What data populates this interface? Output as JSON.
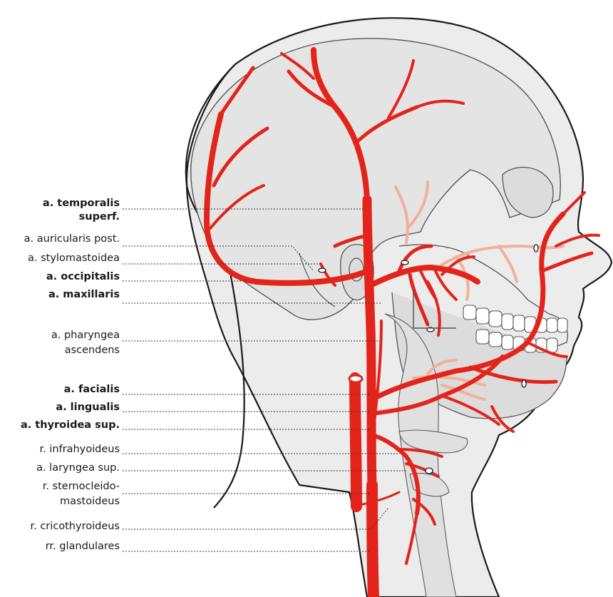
{
  "labels": [
    {
      "text": "a. temporalis",
      "bold": true
    },
    {
      "text": "superf.",
      "bold": true
    },
    {
      "text": "a. auricularis post.",
      "bold": false
    },
    {
      "text": "a. stylomastoidea",
      "bold": false
    },
    {
      "text": "a. occipitalis",
      "bold": true
    },
    {
      "text": "a. maxillaris",
      "bold": true
    },
    {
      "text": "a. pharyngea",
      "bold": false
    },
    {
      "text": "ascendens",
      "bold": false
    },
    {
      "text": "a. facialis",
      "bold": true
    },
    {
      "text": "a. lingualis",
      "bold": true
    },
    {
      "text": "a. thyroidea sup.",
      "bold": true
    },
    {
      "text": "r. infrahyoideus",
      "bold": false
    },
    {
      "text": "a. laryngea sup.",
      "bold": false
    },
    {
      "text": "r. sternocleido-",
      "bold": false
    },
    {
      "text": "mastoideus",
      "bold": false
    },
    {
      "text": "r. cricothyroideus",
      "bold": false
    },
    {
      "text": "rr. glandulares",
      "bold": false
    }
  ],
  "colors": {
    "artery": "#e3241b",
    "artery_faded": "#f2b09a",
    "skin": "#ececec",
    "outline": "#1a1a1a",
    "bone": "#e4e4e4",
    "leader": "#333333"
  }
}
